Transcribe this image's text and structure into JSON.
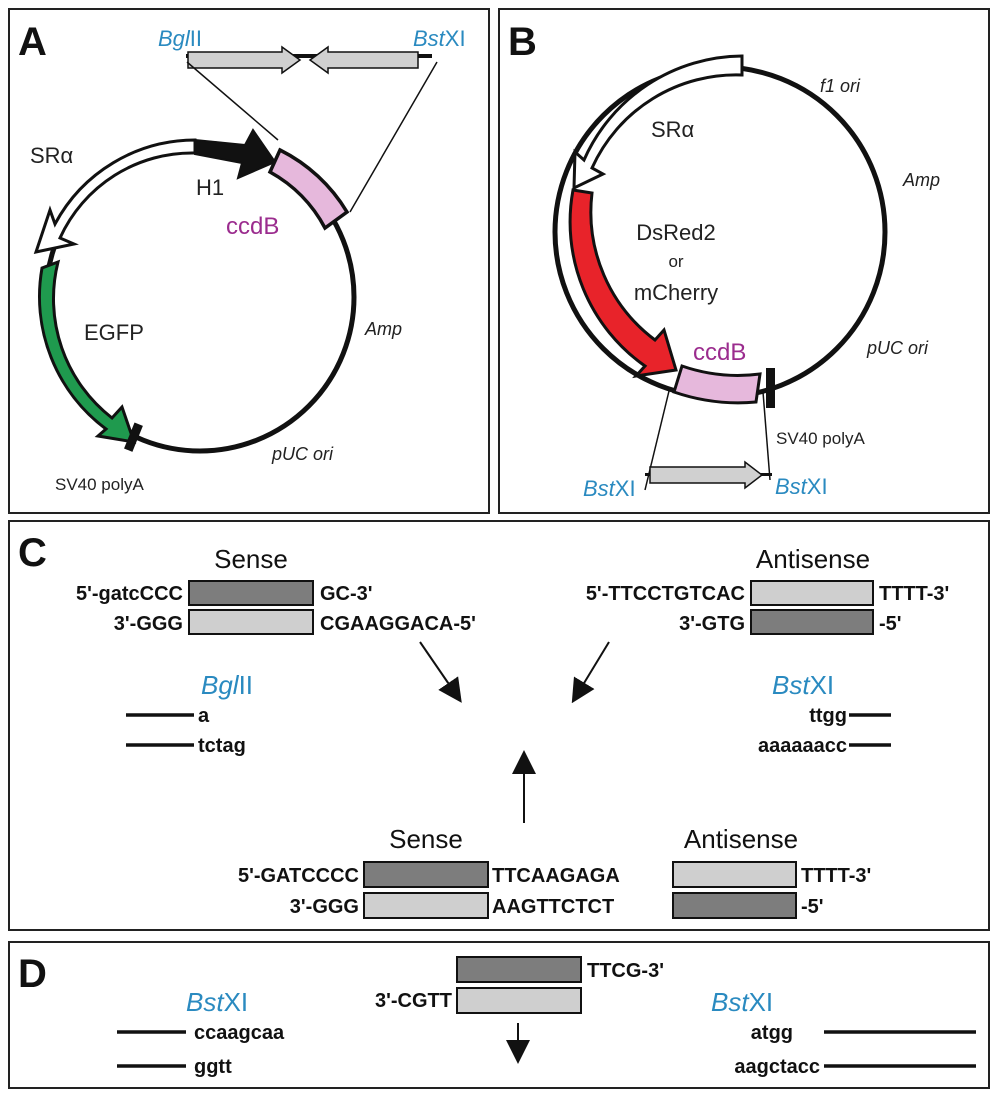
{
  "panels": {
    "a": {
      "letter": "A",
      "enzyme_left": {
        "italic": "Bgl",
        "rest": "II"
      },
      "enzyme_right": {
        "italic": "Bst",
        "rest": "XI"
      },
      "srα": "SRα",
      "h1": "H1",
      "ccdb": "ccdB",
      "egfp": "EGFP",
      "amp": "Amp",
      "puc_ori": "pUC ori",
      "sv40": "SV40 polyA"
    },
    "b": {
      "letter": "B",
      "sra": "SRα",
      "f1_ori": "f1 ori",
      "amp": "Amp",
      "fluor_line1": "DsRed2",
      "fluor_line2": "or",
      "fluor_line3": "mCherry",
      "ccdb": "ccdB",
      "puc_ori": "pUC ori",
      "sv40": "SV40 polyA",
      "enzyme_left": {
        "italic": "Bst",
        "rest": "XI"
      },
      "enzyme_right": {
        "italic": "Bst",
        "rest": "XI"
      }
    },
    "c": {
      "letter": "C",
      "sense_title": "Sense",
      "antisense_title": "Antisense",
      "sense_top_left": "5'-gatcCCC",
      "sense_top_right": "GC-3'",
      "sense_bot_left": "3'-GGG",
      "sense_bot_right": "CGAAGGACA-5'",
      "anti_top_left": "5'-TTCCTGTCAC",
      "anti_top_right": "TTTT-3'",
      "anti_bot_left": "3'-GTG",
      "anti_bot_right": "-5'",
      "bgl_enzyme": {
        "italic": "Bgl",
        "rest": "II"
      },
      "bgl_top": "a",
      "bgl_bot": "tctag",
      "bst_enzyme": {
        "italic": "Bst",
        "rest": "XI"
      },
      "bst_top": "ttgg",
      "bst_bot": "aaaaaacc",
      "hp_sense_title": "Sense",
      "hp_antisense_title": "Antisense",
      "hp_top_left": "5'-GATCCCC",
      "hp_top_mid": "TTCAAGAGA",
      "hp_top_right": "TTTT-3'",
      "hp_bot_left": "3'-GGG",
      "hp_bot_mid": "AAGTTCTCT",
      "hp_bot_right": "-5'"
    },
    "d": {
      "letter": "D",
      "top_right": "TTCG-3'",
      "bot_left": "3'-CGTT",
      "left_enzyme": {
        "italic": "Bst",
        "rest": "XI"
      },
      "left_top": "ccaagcaa",
      "left_bot": "ggtt",
      "right_enzyme": {
        "italic": "Bst",
        "rest": "XI"
      },
      "right_top": "atgg",
      "right_bot": "aagctacc"
    }
  },
  "colors": {
    "dark_box": "#7d7d7d",
    "light_box": "#cfcfcf",
    "ccdb_fill": "#e6b8dc",
    "egfp": "#1f9a4e",
    "red": "#e8232a",
    "enzyme_text": "#2a8ac0",
    "ccdb_text": "#9b2c8e"
  }
}
